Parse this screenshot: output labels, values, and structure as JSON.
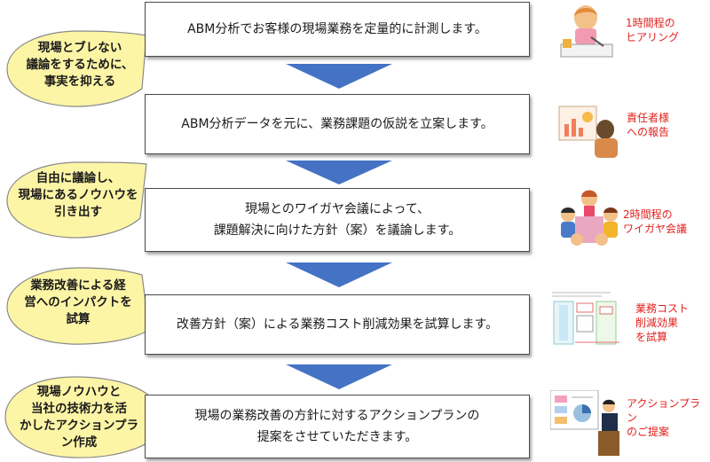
{
  "steps": [
    {
      "lines": [
        "ABM分析でお客様の現場業務を定量的に計測します。"
      ]
    },
    {
      "lines": [
        "ABM分析データを元に、業務課題の仮説を立案します。"
      ]
    },
    {
      "lines": [
        "現場とのワイガヤ会議によって、",
        "課題解決に向けた方針（案）を議論します。"
      ]
    },
    {
      "lines": [
        "改善方針（案）による業務コスト削減効果を試算します。"
      ]
    },
    {
      "lines": [
        "現場の業務改善の方針に対するアクションプランの",
        "提案をさせていただきます。"
      ]
    }
  ],
  "bubbles": [
    {
      "lines": [
        "現場とブレない",
        "議論をするために、",
        "事実を抑える"
      ]
    },
    {
      "lines": [
        "自由に議論し、",
        "現場にあるノウハウを",
        "引き出す"
      ]
    },
    {
      "lines": [
        "業務改善による経",
        "営へのインパクトを",
        "試算"
      ]
    },
    {
      "lines": [
        "現場ノウハウと",
        "当社の技術力を活",
        "かしたアクションプラ",
        "ン作成"
      ]
    }
  ],
  "side_labels": [
    {
      "lines": [
        "1時間程の",
        "ヒアリング"
      ]
    },
    {
      "lines": [
        "責任者様",
        "への報告"
      ]
    },
    {
      "lines": [
        "2時間程の",
        "ワイガヤ会議"
      ]
    },
    {
      "lines": [
        "業務コスト",
        "削減効果",
        "を試算"
      ]
    },
    {
      "lines": [
        "アクションプラン",
        "のご提案"
      ]
    }
  ],
  "colors": {
    "arrow": "#4472c4",
    "bubble_fill": "#fdf5a6",
    "bubble_stroke": "#8a8a8a",
    "side_label": "#e0201c",
    "box_border": "#4a4a4a"
  }
}
